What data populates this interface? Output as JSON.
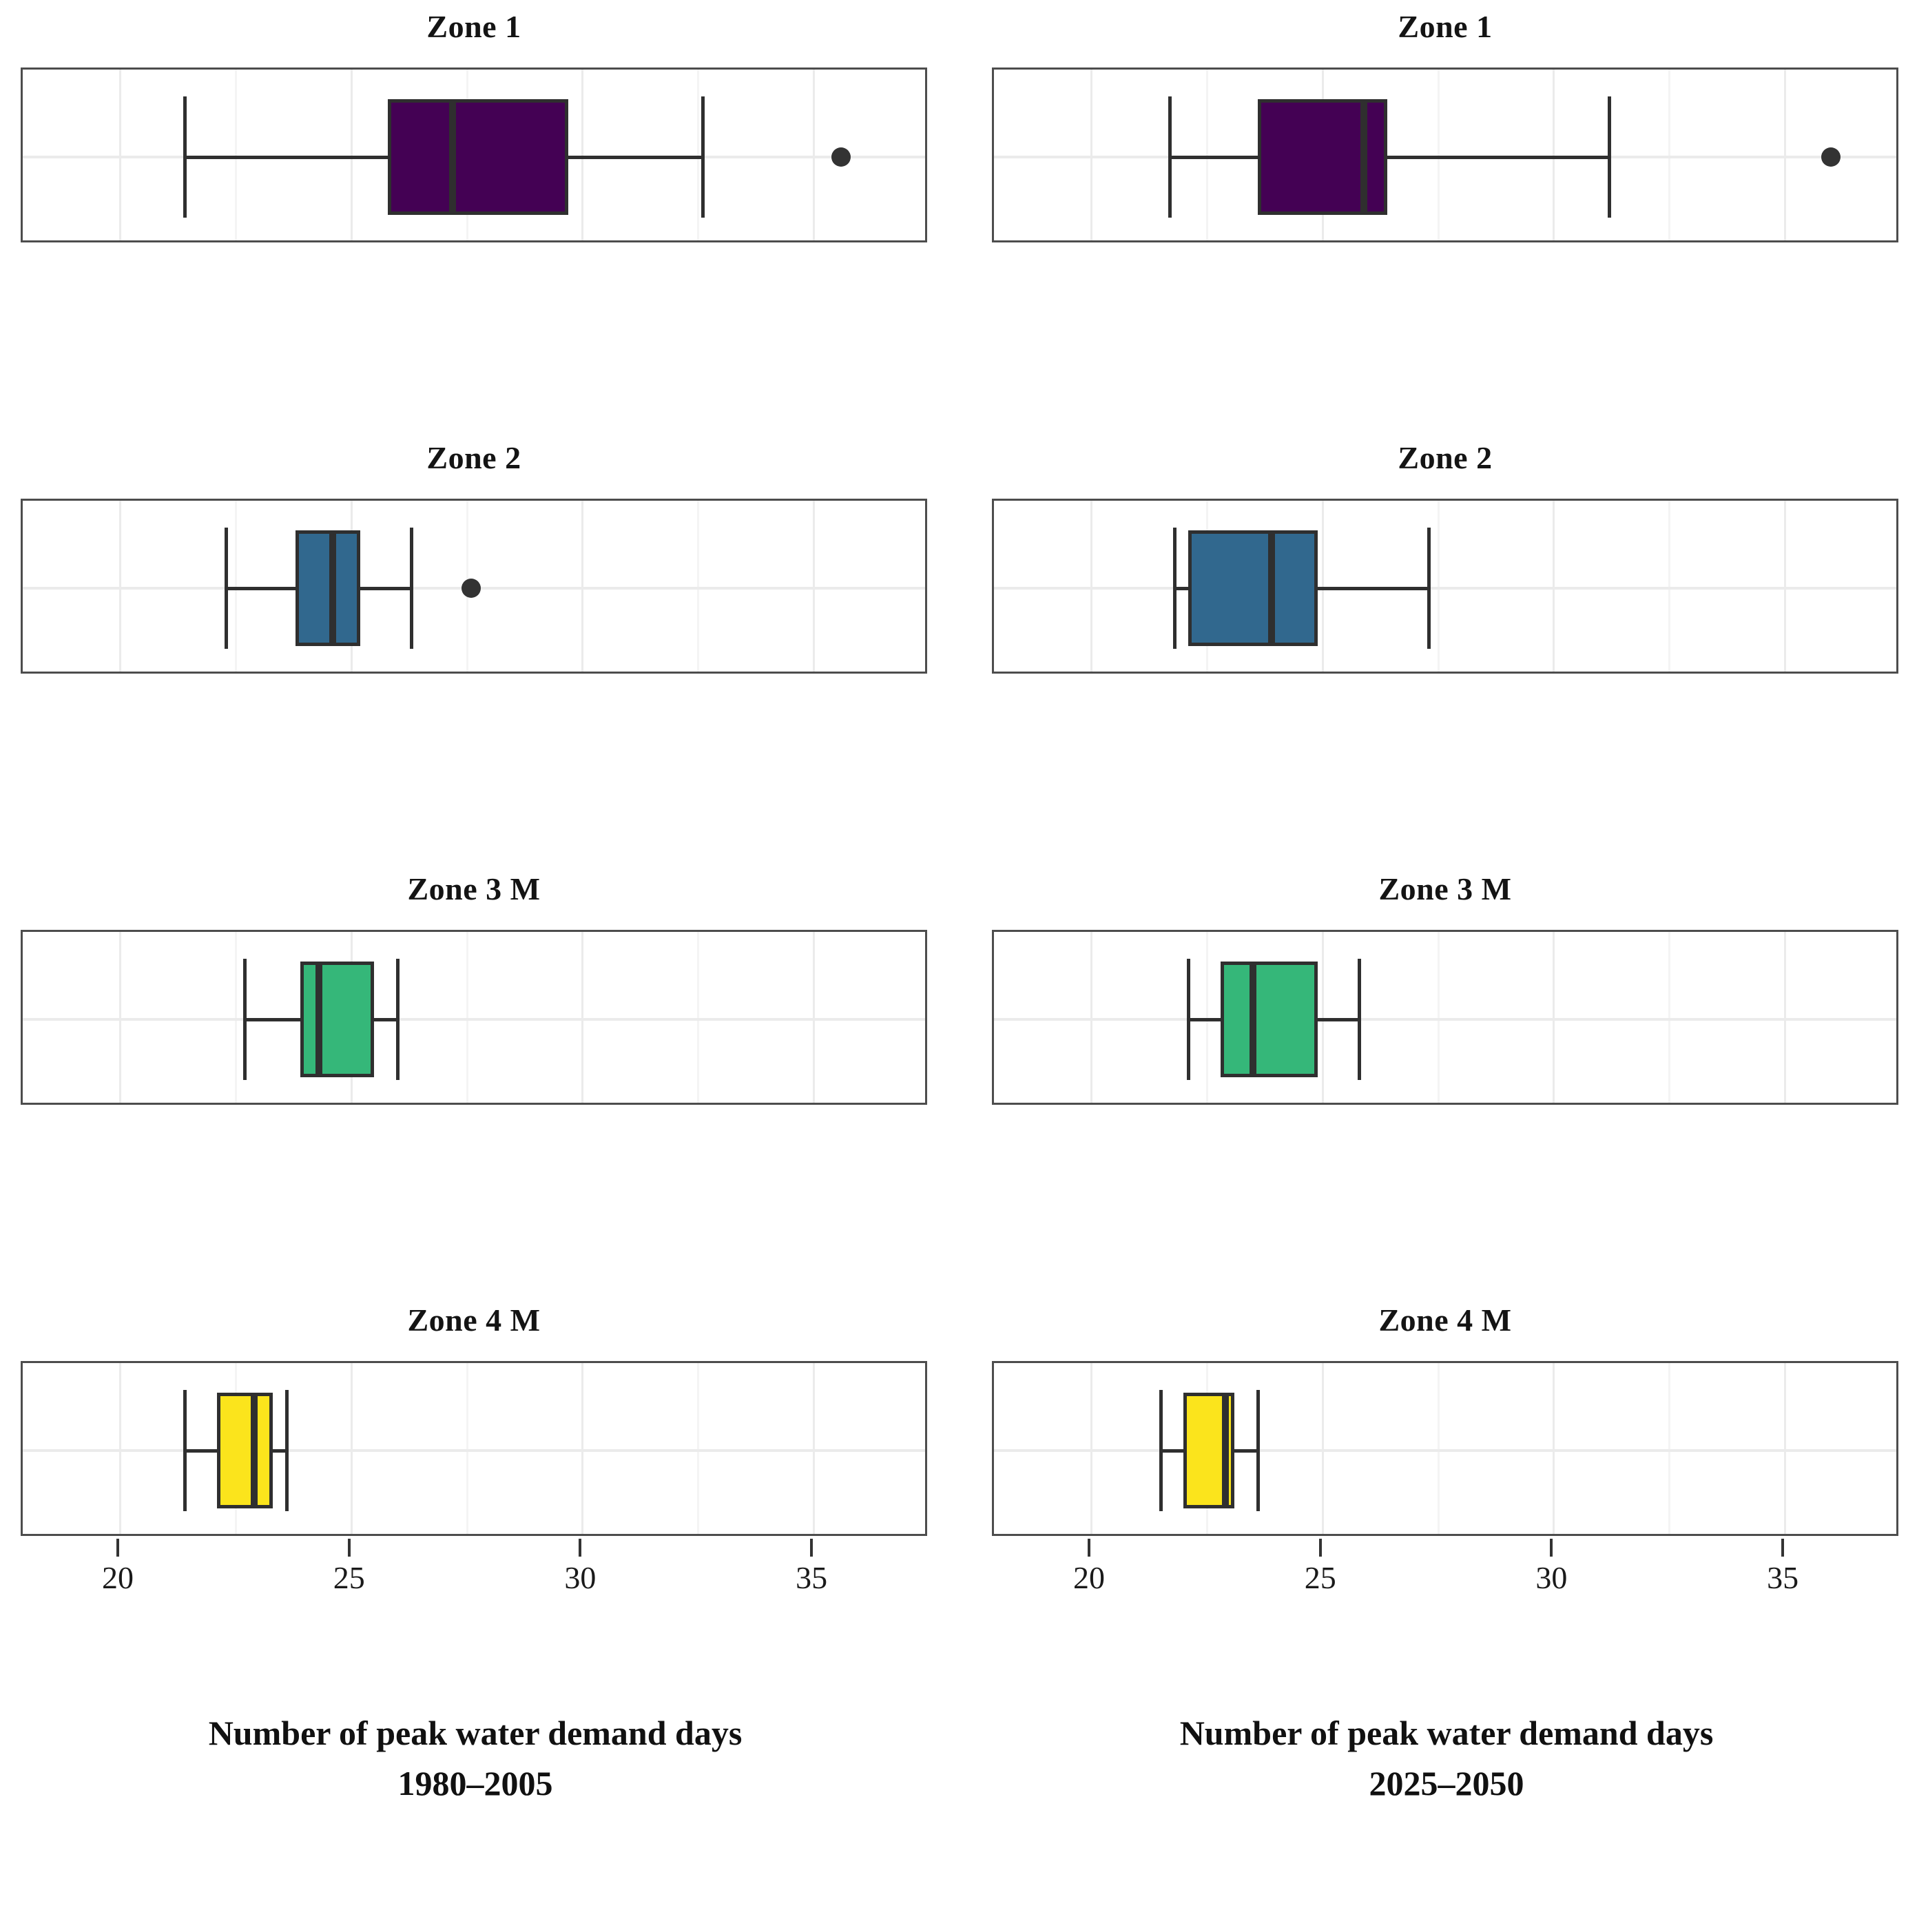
{
  "figure": {
    "type": "boxplot-grid",
    "rows": 4,
    "cols": 2
  },
  "columns": [
    {
      "id": "historical",
      "axis_title_line1": "Number of peak water demand days",
      "axis_title_line2": "1980–2005"
    },
    {
      "id": "future",
      "axis_title_line1": "Number of peak water demand days",
      "axis_title_line2": "2025–2050"
    }
  ],
  "axis": {
    "ticks": [
      20,
      25,
      30,
      35
    ],
    "tick_labels": [
      "20",
      "25",
      "30",
      "35"
    ],
    "minor_ticks": [
      22.5,
      27.5,
      32.5
    ],
    "xmin": 17.9,
    "xmax": 37.5
  },
  "facet_titles": [
    "Zone 1",
    "Zone 2",
    "Zone 3 M",
    "Zone 4 M"
  ],
  "colors": {
    "zone1": "#440154",
    "zone2": "#31688e",
    "zone3": "#35b779",
    "zone4": "#fbe41c",
    "stroke": "#2f2f2f",
    "panel_border": "#4d4d4d",
    "gridline": "#ebebeb",
    "outlier": "#333333",
    "background": "#ffffff"
  },
  "chart_data": {
    "type": "boxplot",
    "title": "",
    "xlabel": "Number of peak water demand days",
    "ylabel": "",
    "xlim": [
      17.9,
      37.5
    ],
    "grid": true,
    "legend": "none",
    "panels": [
      {
        "column": "1980–2005",
        "facet": "Zone 1",
        "color": "#440154",
        "whisker_low": 21.4,
        "q1": 25.8,
        "median": 27.2,
        "q3": 29.7,
        "whisker_high": 32.6,
        "outliers": [
          35.6
        ]
      },
      {
        "column": "1980–2005",
        "facet": "Zone 2",
        "color": "#31688e",
        "whisker_low": 22.3,
        "q1": 23.8,
        "median": 24.6,
        "q3": 25.2,
        "whisker_high": 26.3,
        "outliers": [
          27.6
        ]
      },
      {
        "column": "1980–2005",
        "facet": "Zone 3 M",
        "color": "#35b779",
        "whisker_low": 22.7,
        "q1": 23.9,
        "median": 24.3,
        "q3": 25.5,
        "whisker_high": 26.0,
        "outliers": []
      },
      {
        "column": "1980–2005",
        "facet": "Zone 4 M",
        "color": "#fbe41c",
        "whisker_low": 21.4,
        "q1": 22.1,
        "median": 22.9,
        "q3": 23.3,
        "whisker_high": 23.6,
        "outliers": []
      },
      {
        "column": "2025–2050",
        "facet": "Zone 1",
        "color": "#440154",
        "whisker_low": 21.7,
        "q1": 23.6,
        "median": 25.9,
        "q3": 26.4,
        "whisker_high": 31.2,
        "outliers": [
          36.0
        ]
      },
      {
        "column": "2025–2050",
        "facet": "Zone 2",
        "color": "#31688e",
        "whisker_low": 21.8,
        "q1": 22.1,
        "median": 23.9,
        "q3": 24.9,
        "whisker_high": 27.3,
        "outliers": []
      },
      {
        "column": "2025–2050",
        "facet": "Zone 3 M",
        "color": "#35b779",
        "whisker_low": 22.1,
        "q1": 22.8,
        "median": 23.5,
        "q3": 24.9,
        "whisker_high": 25.8,
        "outliers": []
      },
      {
        "column": "2025–2050",
        "facet": "Zone 4 M",
        "color": "#fbe41c",
        "whisker_low": 21.5,
        "q1": 22.0,
        "median": 22.9,
        "q3": 23.1,
        "whisker_high": 23.6,
        "outliers": []
      }
    ]
  }
}
